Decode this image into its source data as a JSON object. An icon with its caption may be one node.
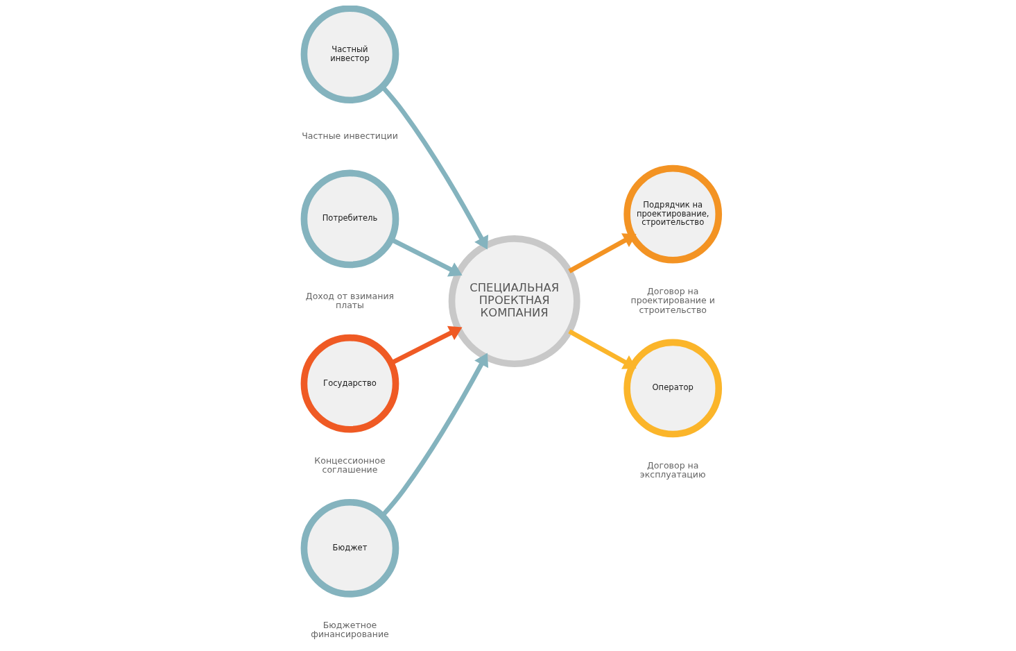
{
  "diagram": {
    "nodes": [
      {
        "text": [
          "СПЕЦИАЛЬНАЯ ПРОЕКТНАЯ КОМПАНИЯ"
        ]
      },
      {
        "text": [
          "Частный инвестор"
        ],
        "beside": [
          "Частные инвестиции"
        ]
      },
      {
        "text": [
          "Подрядчик на проектирование, строительство"
        ],
        "beside": [
          "Договор на проектирование и строительство"
        ]
      },
      {
        "text": [
          "Потребитель"
        ],
        "beside": [
          "Доход от взимания платы"
        ]
      },
      {
        "text": [
          "Оператор"
        ],
        "beside": [
          "Договор на эксплуатацию"
        ]
      },
      {
        "text": [
          "Государство"
        ],
        "beside": [
          "Концессионное соглашение"
        ]
      },
      {
        "text": [
          "Бюджет"
        ],
        "beside": [
          "Бюджетное финансирование"
        ]
      }
    ],
    "edges": [
      {
        "from": 1,
        "to": 0,
        "arrow": "to"
      },
      {
        "from": 0,
        "to": 2,
        "arrow": "to",
        "color": "#f39323"
      },
      {
        "from": 3,
        "to": 0,
        "arrow": "to"
      },
      {
        "from": 0,
        "to": 4,
        "arrow": "to",
        "color": "#fbb52a"
      },
      {
        "from": 5,
        "to": 0,
        "arrow": "to",
        "color": "#ef5a24"
      },
      {
        "from": 6,
        "to": 0,
        "arrow": "to"
      }
    ]
  }
}
